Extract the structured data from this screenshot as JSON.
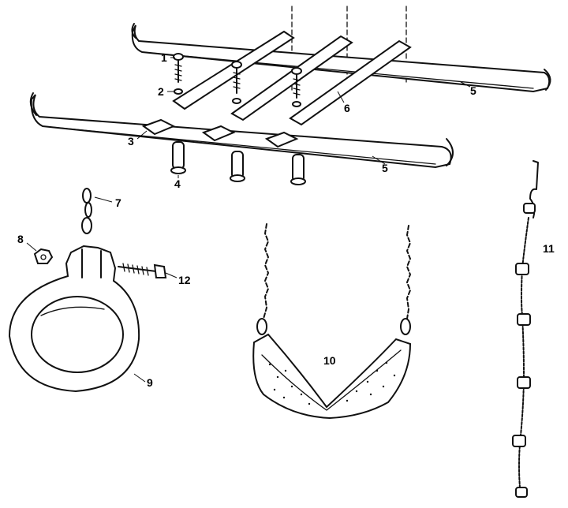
{
  "labels": {
    "bolt": "1",
    "washer": "2",
    "bracket": "3",
    "sleeve": "4",
    "rail_back": "5",
    "rail_front": "5",
    "strap": "6",
    "chain_link": "7",
    "nut": "8",
    "ring": "9",
    "swing_seat": "10",
    "rope": "11",
    "ring_bolt": "12"
  },
  "colors": {
    "ink": "#111111",
    "background": "#ffffff"
  }
}
